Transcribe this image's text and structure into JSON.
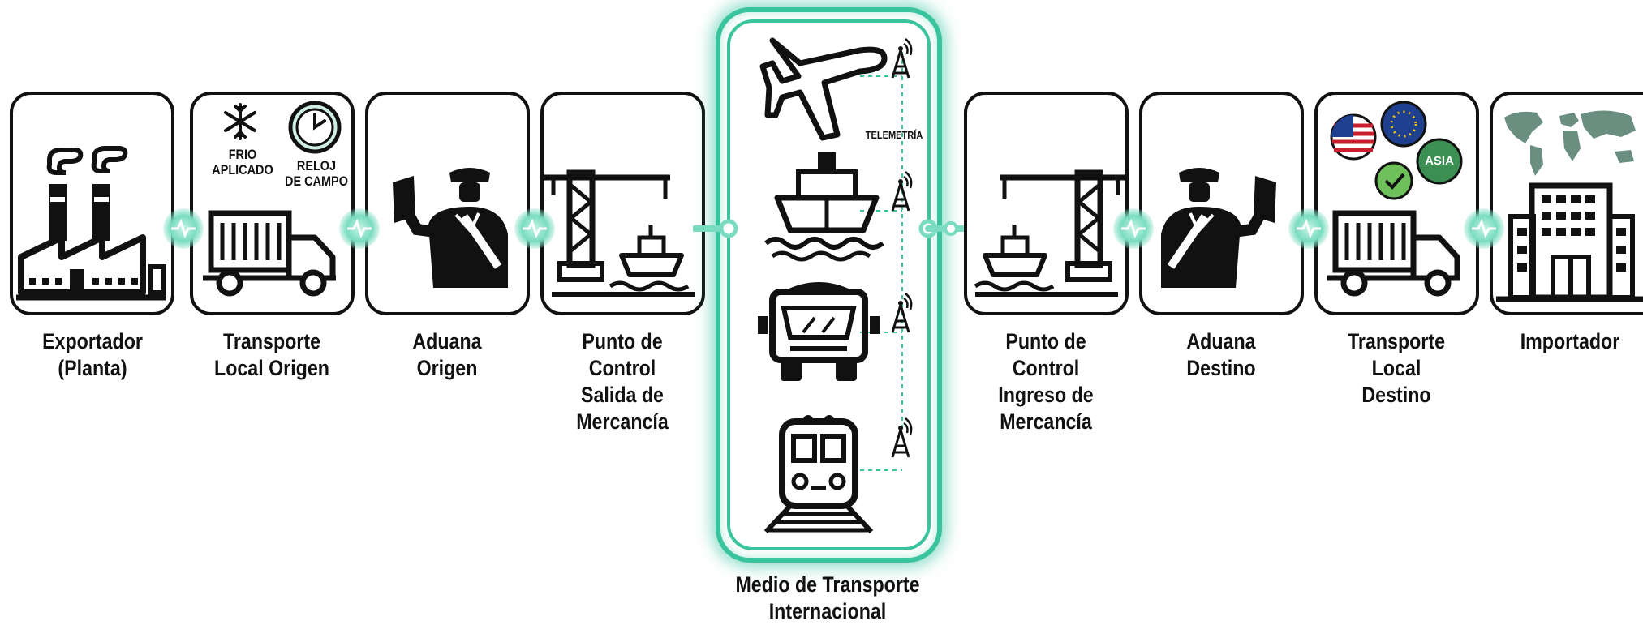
{
  "stages": [
    {
      "id": "exportador",
      "label_lines": [
        "Exportador",
        "(Planta)"
      ]
    },
    {
      "id": "transporte-local-origen",
      "label_lines": [
        "Transporte",
        "Local Origen"
      ],
      "annotations": {
        "frio": [
          "FRIO",
          "APLICADO"
        ],
        "reloj": [
          "RELOJ",
          "DE CAMPO"
        ]
      }
    },
    {
      "id": "aduana-origen",
      "label_lines": [
        "Aduana",
        "Origen"
      ]
    },
    {
      "id": "punto-control-salida",
      "label_lines": [
        "Punto de",
        "Control",
        "Salida de",
        "Mercancía"
      ]
    },
    {
      "id": "punto-control-ingreso",
      "label_lines": [
        "Punto de",
        "Control",
        "Ingreso de",
        "Mercancía"
      ]
    },
    {
      "id": "aduana-destino",
      "label_lines": [
        "Aduana",
        "Destino"
      ]
    },
    {
      "id": "transporte-local-destino",
      "label_lines": [
        "Transporte",
        "Local",
        "Destino"
      ],
      "annotations": {
        "asia": "ASIA"
      }
    },
    {
      "id": "importador",
      "label_lines": [
        "Importador"
      ]
    }
  ],
  "center": {
    "label_lines": [
      "Medio de Transporte",
      "Internacional"
    ],
    "telemetry": "TELEMETRÍA",
    "modes": [
      "airplane-icon",
      "ship-icon",
      "truck-icon",
      "train-icon"
    ]
  },
  "colors": {
    "accent": "#39c49e",
    "glow": "#79dcc0",
    "ink": "#111111"
  }
}
